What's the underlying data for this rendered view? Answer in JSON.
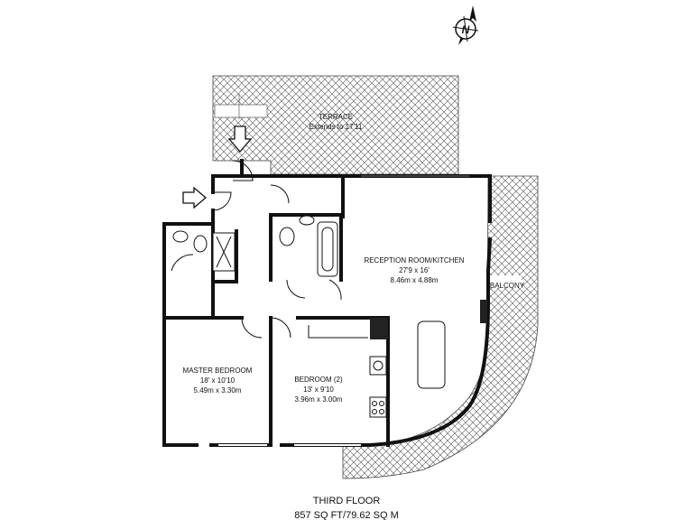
{
  "rooms": {
    "terrace": {
      "name": "TERRACE",
      "note": "Extends to 17'11"
    },
    "reception": {
      "name": "RECEPTION ROOM/KITCHEN",
      "imperial": "27'9 x 16'",
      "metric": "8.46m x 4.88m"
    },
    "balcony": {
      "name": "BALCONY"
    },
    "master": {
      "name": "MASTER BEDROOM",
      "imperial": "18' x 10'10",
      "metric": "5.49m x 3.30m"
    },
    "bedroom2": {
      "name": "BEDROOM (2)",
      "imperial": "13' x 9'10",
      "metric": "3.96m x 3.00m"
    }
  },
  "footer": {
    "floor": "THIRD FLOOR",
    "area": "857 SQ FT/79.62 SQ M"
  },
  "compass": {
    "letter": "N",
    "icon": "compass-icon"
  },
  "colors": {
    "wall": "#111111",
    "hatch": "#555555",
    "background": "#ffffff",
    "kitchen_unit": "#222222"
  }
}
